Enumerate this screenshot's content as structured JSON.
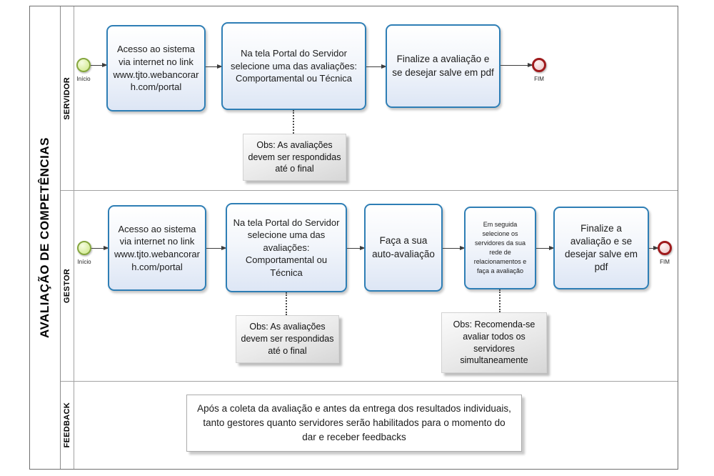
{
  "title": "AVALIAÇÃO DE COMPETÊNCIAS",
  "lanes": [
    {
      "label": "SERVIDOR",
      "start_label": "Início",
      "end_label": "FIM",
      "tasks": [
        "Acesso ao sistema via internet no link www.tjto.webancorarh.com/portal",
        "Na tela Portal do Servidor selecione uma das avaliações: Comportamental ou Técnica",
        "Finalize a avaliação e se desejar salve em pdf"
      ],
      "notes": [
        "Obs: As avaliações devem ser respondidas até o final"
      ]
    },
    {
      "label": "GESTOR",
      "start_label": "Início",
      "end_label": "FIM",
      "tasks": [
        "Acesso ao sistema via internet no link www.tjto.webancorarh.com/portal",
        "Na tela Portal do Servidor selecione uma das avaliações: Comportamental ou Técnica",
        "Faça a sua auto-avaliação",
        "Em seguida selecione os servidores da sua rede de relacionamentos e faça a avaliação",
        "Finalize a avaliação e se desejar salve em pdf"
      ],
      "notes": [
        "Obs: As avaliações devem ser respondidas até o final",
        "Obs: Recomenda-se avaliar todos os servidores simultaneamente"
      ]
    },
    {
      "label": "FEEDBACK",
      "tasks": [
        "Após a coleta da avaliação e antes da entrega dos resultados individuais, tanto gestores quanto servidores serão habilitados para o momento do dar e receber feedbacks"
      ]
    }
  ],
  "colors": {
    "task_border": "#2e7eb5",
    "task_fill_top": "#ffffff",
    "task_fill_bottom": "#dde6f5",
    "start_event_border": "#85a63e",
    "start_event_fill": "#d9ee9f",
    "end_event_border": "#9e1a1c",
    "end_event_fill": "#f0cfcf",
    "flow_color": "#3d3d3d"
  }
}
